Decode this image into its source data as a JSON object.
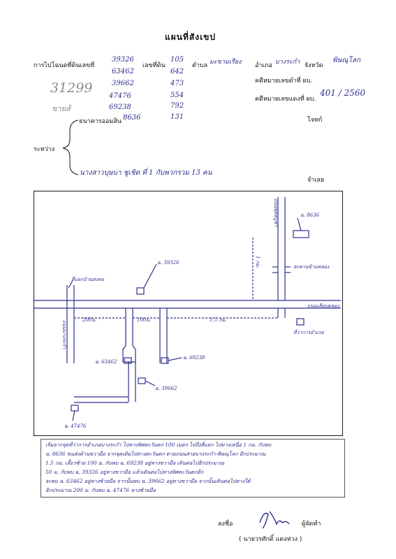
{
  "title": "แผนที่สังเขป",
  "header": {
    "transfer_label": "การไปโฉนดที่ดินเลขที่",
    "deed_numbers": [
      "39326",
      "63462",
      "39662",
      "47476",
      "69238"
    ],
    "land_label": "เลขที่ดิน",
    "land_numbers": [
      "105",
      "642",
      "473",
      "554",
      "792",
      "131"
    ],
    "tambon_label": "ตำบล",
    "tambon_value": "มะขามเรียง",
    "amphoe_label": "อำเภอ",
    "amphoe_value": "บางระกำ",
    "province_label": "จังหวัด",
    "province_value": "พิษณุโลก",
    "case_black_label": "คดีหมายเลขดำที่  ผบ.",
    "case_black_value": "",
    "case_red_label": "คดีหมายเลขแดงที่  ผบ.",
    "case_red_value": "401 / 2560",
    "pencil_note_1": "31299",
    "pencil_note_2": "ขายส์"
  },
  "parties": {
    "between_label": "ระหว่าง",
    "plaintiff_name": "ธนาคารออมสิน",
    "plaintiff_role": "โจทก์",
    "defendant_name": "นางสาวบุษบา  ชูเชิด  ที่ 1 กับพวกรวม 13 คน",
    "defendant_role": "จำเลย",
    "plaintiff_extra": "8636"
  },
  "map": {
    "labels": {
      "dist_200": "200ม.",
      "dist_100": "100ม.",
      "dist_15km": "1.5 กม.",
      "dist_1km": "1 กม.",
      "plot_39326": "ฉ. 39326",
      "plot_63462": "ฉ. 63462",
      "plot_69238": "ฉ. 69238",
      "plot_39662": "ฉ. 39662",
      "plot_47476": "ฉ. 47476",
      "plot_8636": "ฉ. 8636",
      "junction": "สี่แยกบ้านสงหอ",
      "hwy_right": "ถนนพุทธบูชา",
      "bridge": "สะพานข้ามคลอง",
      "office": "ที่ว่าการอำเภอ",
      "road_left": "ถนนบางระกำ",
      "road_top": "ถนนเลียบคลอง"
    }
  },
  "description": {
    "lines": [
      "เริ่มจากจุดที่ว่าการอำเภอบางระกำ ไปทางทิศตะวันตก 100 เมตร ไปถึงสี่แยก ไปทางเหนือ 1 กม. กับพบ",
      "ฉ. 8636 ขนส่งด้านขวามือ  จากจุดเดิมไปทางตะวันตก ตามถนนสายบางระกำ-พิษณุโลก อีกประมาณ",
      "1.5 กม. เลี้ยวซ้าย 100 ม. กับพบ ฉ. 69238 อยู่ทางขวามือ เดินต่อไปอีกประมาณ",
      "50 ม. กับพบ ฉ. 39326 อยู่ทางขวามือ แล้วเดินต่อไปทางทิศตะวันตกอีก",
      "จะพบ ฉ. 63462 อยู่ทางซ้ายมือ จากนั้นพบ ฉ. 39662 อยู่ทางขวามือ จากนั้นเดินต่อไปทางใต้",
      "อีกประมาณ 200 ม. กับพบ ฉ. 47476 ทางซ้ายมือ"
    ]
  },
  "signature": {
    "sign_label": "ลงชื่อ",
    "role_label": "ผู้จัดทำ",
    "name": "( นายวรศักดิ์  แดงห่วง )"
  }
}
